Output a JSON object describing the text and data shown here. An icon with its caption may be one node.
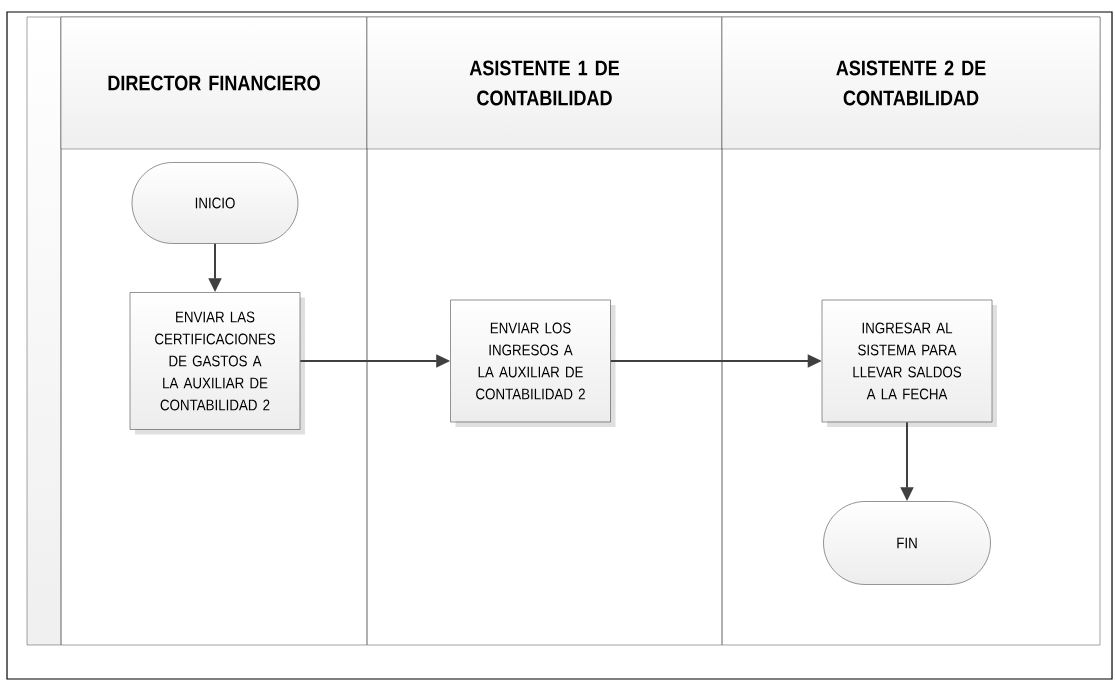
{
  "diagram": {
    "nodes": [
      {
        "text": [
          "DIRECTOR FINANCIERO"
        ]
      },
      {
        "text": [
          "ASISTENTE 1 DE CONTABILIDAD"
        ]
      },
      {
        "text": [
          "ASISTENTE 2 DE CONTABILIDAD"
        ]
      },
      {
        "text": [
          "INICIO"
        ],
        "in": 0
      },
      {
        "text": [
          "ENVIAR LAS CERTIFICACIONES DE GASTOS A LA AUXILIAR DE CONTABILIDAD 2"
        ],
        "in": 0
      },
      {
        "text": [
          "ENVIAR LOS INGRESOS A LA AUXILIAR DE CONTABILIDAD 2"
        ],
        "in": 1
      },
      {
        "text": [
          "INGRESAR AL SISTEMA PARA LLEVAR SALDOS A LA FECHA"
        ],
        "in": 2
      },
      {
        "text": [
          "FIN"
        ],
        "in": 2
      }
    ],
    "edges": [
      {
        "from": 3,
        "to": 4,
        "arrow": "to"
      },
      {
        "from": 4,
        "to": 5,
        "arrow": "to"
      },
      {
        "from": 5,
        "to": 6,
        "arrow": "to"
      },
      {
        "from": 6,
        "to": 7,
        "arrow": "to"
      }
    ]
  }
}
